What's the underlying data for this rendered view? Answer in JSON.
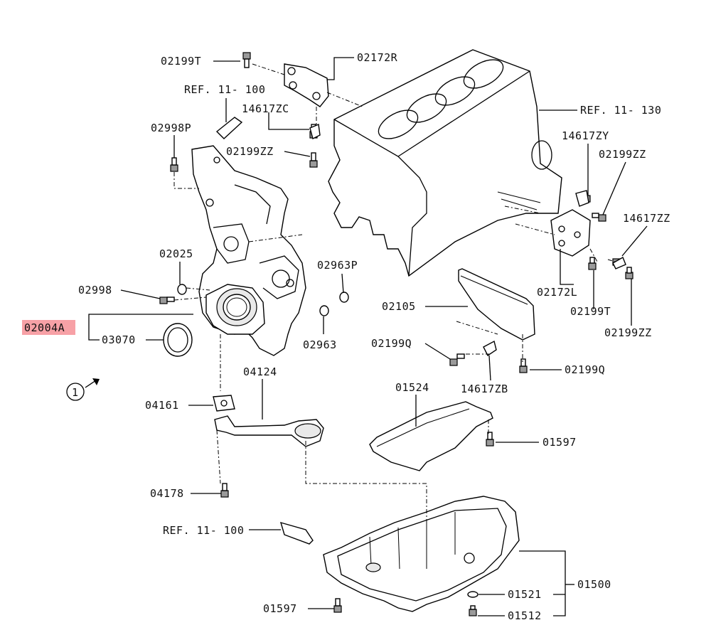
{
  "diagram": {
    "highlight_color": "#f7a1a6",
    "callout_number": "1",
    "labels": {
      "p02199T_top": "02199T",
      "p02172R": "02172R",
      "ref_11_100_top": "REF. 11- 100",
      "p14617ZC": "14617ZC",
      "p02998P": "02998P",
      "p02199ZZ_left": "02199ZZ",
      "ref_11_130": "REF. 11- 130",
      "p14617ZY": "14617ZY",
      "p02199ZZ_right": "02199ZZ",
      "p14617ZZ": "14617ZZ",
      "p02025": "02025",
      "p02963P": "02963P",
      "p02998": "02998",
      "p02172L": "02172L",
      "p02105": "02105",
      "p02199T_right": "02199T",
      "p02004A": "02004A",
      "p03070": "03070",
      "p02963": "02963",
      "p02199ZZ_lower": "02199ZZ",
      "p02199Q_left": "02199Q",
      "p02199Q_right": "02199Q",
      "p04124": "04124",
      "p14617ZB": "14617ZB",
      "p01524": "01524",
      "p04161": "04161",
      "p01597_right": "01597",
      "p04178": "04178",
      "ref_11_100_bottom": "REF. 11- 100",
      "p01521": "01521",
      "p01500": "01500",
      "p01597_bottom": "01597",
      "p01512": "01512"
    }
  }
}
